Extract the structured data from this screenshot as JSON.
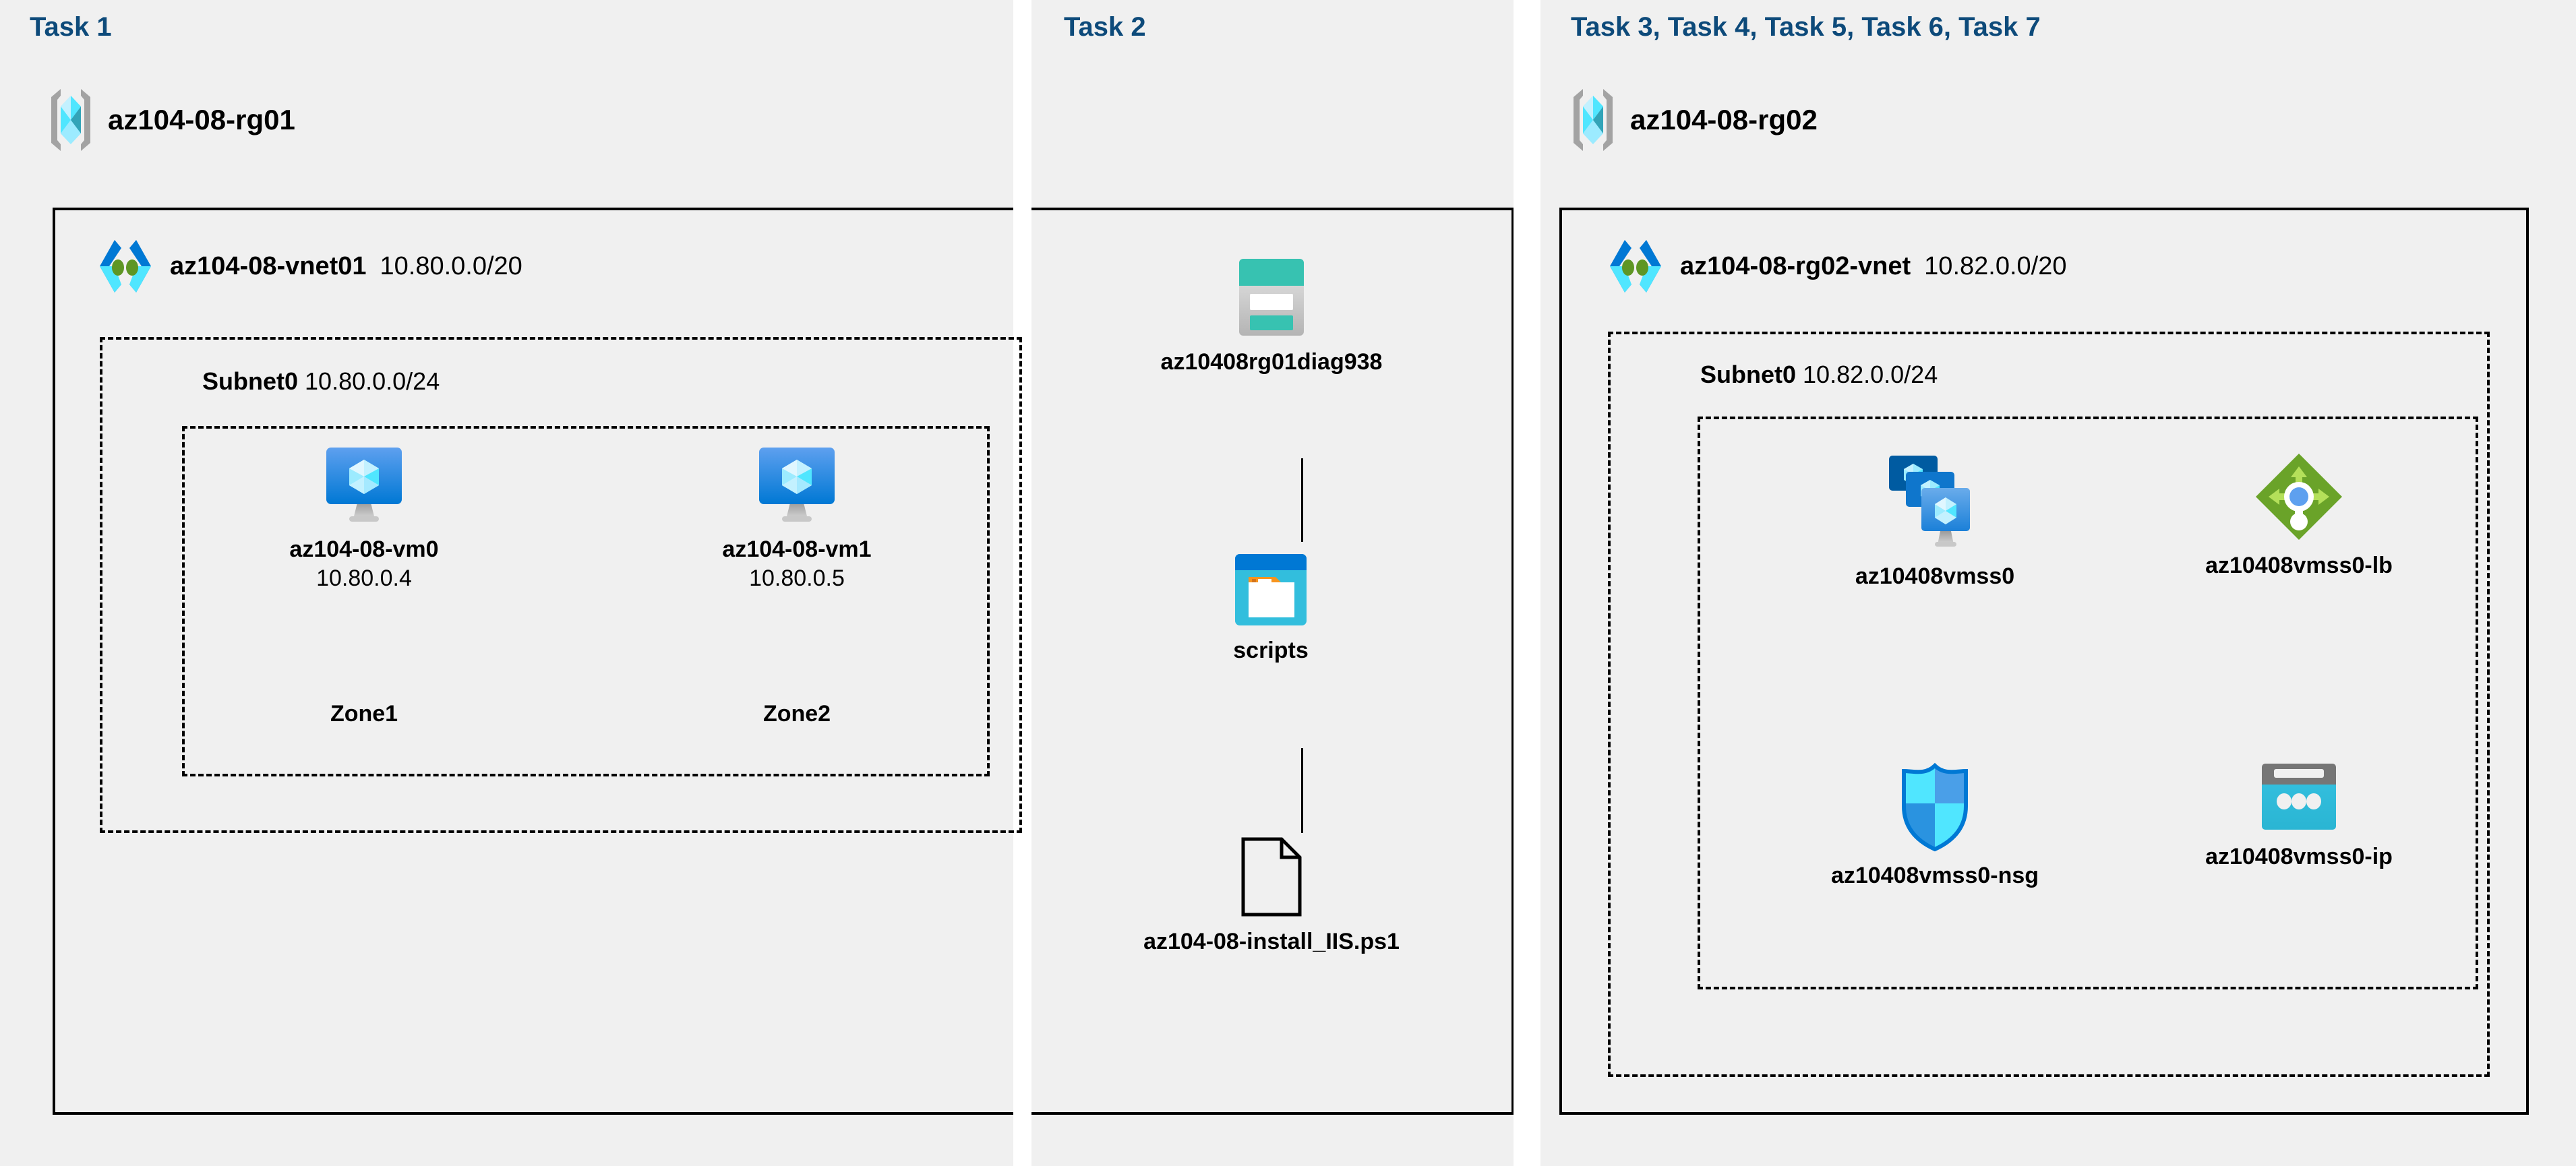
{
  "panels": [
    {
      "id": "task1",
      "title": "Task 1"
    },
    {
      "id": "task2",
      "title": "Task 2"
    },
    {
      "id": "task3",
      "title": "Task 3, Task 4, Task 5, Task 6, Task 7"
    }
  ],
  "task1": {
    "resource_group": {
      "name": "az104-08-rg01",
      "icon": "resource-group-icon"
    },
    "vnet": {
      "name": "az104-08-vnet01",
      "cidr": "10.80.0.0/20",
      "icon": "virtual-network-icon"
    },
    "subnet": {
      "name": "Subnet0",
      "cidr": "10.80.0.0/24"
    },
    "vms": [
      {
        "name": "az104-08-vm0",
        "ip": "10.80.0.4",
        "zone": "Zone1",
        "icon": "virtual-machine-icon"
      },
      {
        "name": "az104-08-vm1",
        "ip": "10.80.0.5",
        "zone": "Zone2",
        "icon": "virtual-machine-icon"
      }
    ]
  },
  "task2": {
    "storage_account": {
      "name": "az10408rg01diag938",
      "icon": "storage-account-icon"
    },
    "container": {
      "name": "scripts",
      "icon": "blob-container-icon"
    },
    "file": {
      "name": "az104-08-install_IIS.ps1",
      "icon": "script-file-icon"
    }
  },
  "task3": {
    "resource_group": {
      "name": "az104-08-rg02",
      "icon": "resource-group-icon"
    },
    "vnet": {
      "name": "az104-08-rg02-vnet",
      "cidr": "10.82.0.0/20",
      "icon": "virtual-network-icon"
    },
    "subnet": {
      "name": "Subnet0",
      "cidr": "10.82.0.0/24"
    },
    "resources": [
      {
        "name": "az10408vmss0",
        "icon": "vm-scale-set-icon"
      },
      {
        "name": "az10408vmss0-lb",
        "icon": "load-balancer-icon"
      },
      {
        "name": "az10408vmss0-nsg",
        "icon": "network-security-group-icon"
      },
      {
        "name": "az10408vmss0-ip",
        "icon": "public-ip-address-icon"
      }
    ]
  },
  "colors": {
    "panel_background": "#f0f0f0",
    "page_background": "#ffffff",
    "title_blue": "#0d4a7a",
    "border_black": "#000000",
    "azure_blue": "#0078d4",
    "azure_cyan": "#50e6ff",
    "storage_teal": "#37c2b1",
    "lb_green": "#76bc2d",
    "nsg_blue": "#32bedd"
  }
}
